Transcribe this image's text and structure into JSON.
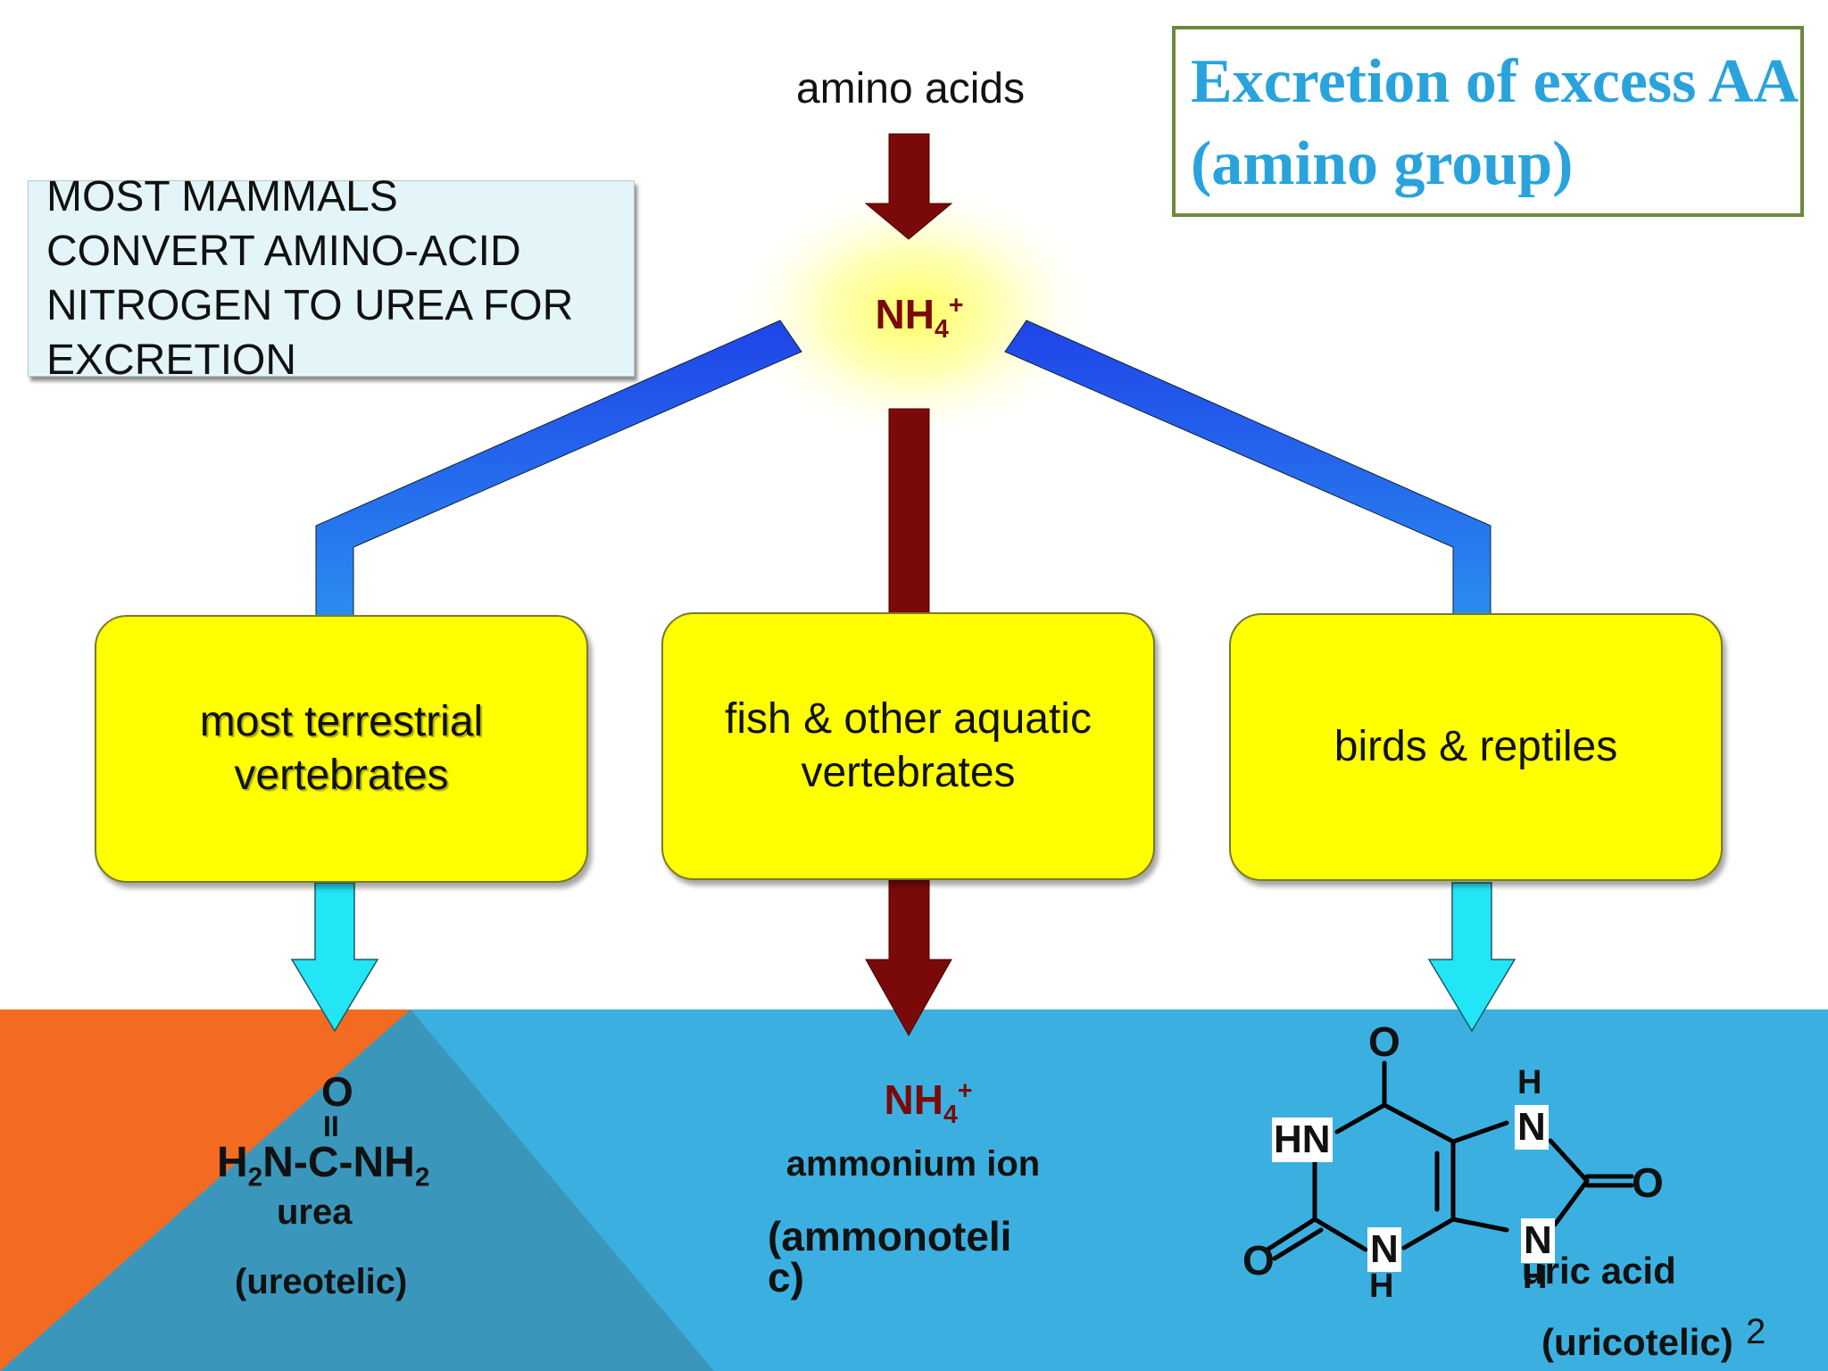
{
  "title": "Excretion of excess AA (amino group)",
  "note": [
    "MOST MAMMALS",
    "CONVERT AMINO-ACID",
    "NITROGEN TO UREA FOR",
    "EXCRETION"
  ],
  "source": "amino acids",
  "intermediate": {
    "base": "NH",
    "sub": "4",
    "sup": "+"
  },
  "groups": [
    {
      "label_lines": [
        "most terrestrial",
        "vertebrates"
      ]
    },
    {
      "label_lines": [
        "fish & other aquatic",
        "vertebrates"
      ]
    },
    {
      "label_lines": [
        "birds & reptiles"
      ]
    }
  ],
  "products": {
    "urea": {
      "o": "O",
      "double_bond": "II",
      "formula": {
        "h2n_a": "H",
        "h2n_sub": "2",
        "mid": "N-C-NH",
        "tail_sub": "2"
      },
      "name": "urea",
      "type": "(ureotelic)"
    },
    "ammonium": {
      "formula": {
        "base": "NH",
        "sub": "4",
        "sup": "+"
      },
      "name": "ammonium ion",
      "type_lines": [
        "(ammonoteli",
        "c)"
      ]
    },
    "uric_acid": {
      "atoms": {
        "o_top": "O",
        "hn": "HN",
        "h_top": "H",
        "n_top": "N",
        "o_right": "O",
        "o_left": "O",
        "n_bottom": "N",
        "h_bottom": "H",
        "n_right": "N",
        "h_right": "H"
      },
      "name": "uric acid",
      "type": "(uricotelic)"
    }
  },
  "page_number": "2",
  "colors": {
    "title": "#2aa3dc",
    "title_border": "#6b8a3a",
    "dark_red_arrow": "#7a0a0a",
    "blue_connector": "#1a4fe0",
    "cyan_arrow": "#22e5f5",
    "group_fill": "#ffff00",
    "bottom_band": "#3bb0e0",
    "bottom_orange": "#f26b21",
    "bottom_dark": "#3a97bb"
  }
}
